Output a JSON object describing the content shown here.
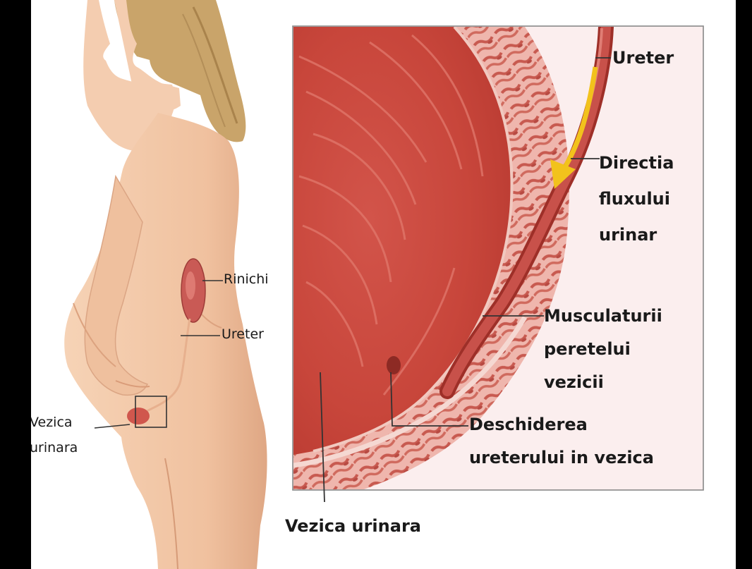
{
  "labels": {
    "rinichi": "Rinichi",
    "ureter_small": "Ureter",
    "vezica_small_1": "Vezica",
    "vezica_small_2": "urinara",
    "ureter_big": "Ureter",
    "directia_1": "Directia",
    "directia_2": "fluxului",
    "directia_3": "urinar",
    "muscul_1": "Musculaturii",
    "muscul_2": "peretelui",
    "muscul_3": "vezicii",
    "deschid_1": "Deschiderea",
    "deschid_2": "ureterului in vezica",
    "vezica_big": "Vezica urinara"
  },
  "colors": {
    "skin": "#f3c7a6",
    "skin_shadow": "#d99b78",
    "hair": "#c9a46a",
    "bladder_inner": "#c9483c",
    "bladder_light": "#e0766a",
    "muscle": "#e8a39a",
    "muscle_fiber": "#c4544a",
    "arrow": "#f2c21c"
  }
}
